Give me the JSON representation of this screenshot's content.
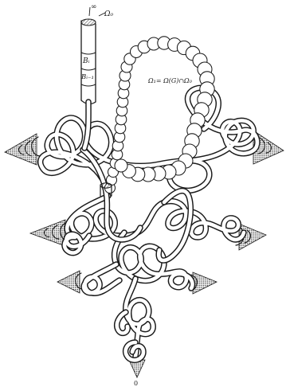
{
  "labels": {
    "infinity": "∞",
    "omega_zero": "Ω₀",
    "b_i": "Bᵢ",
    "b_i_minus_1": "Bᵢ₋₁",
    "equation": "Ω₁= Ω(G)∩Ω₀",
    "zero": "0"
  },
  "colors": {
    "ink": "#1a1a1a",
    "paper": "#ffffff",
    "hatch": "#555555"
  }
}
